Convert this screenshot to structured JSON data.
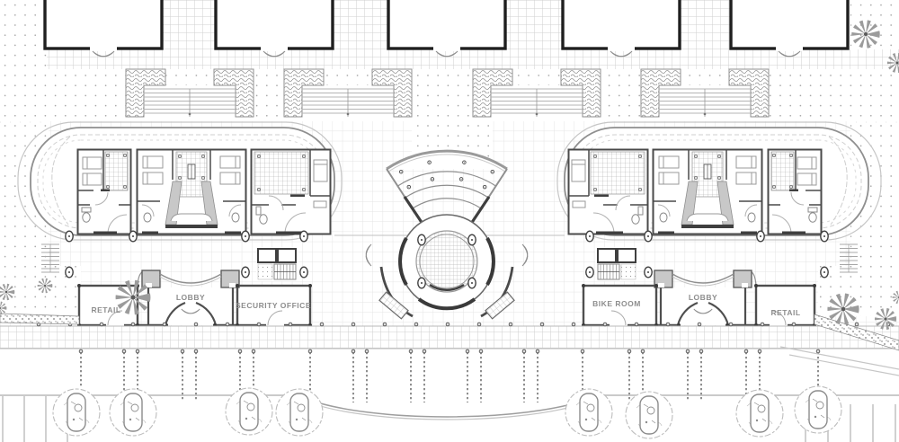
{
  "drawing": {
    "kind": "architectural ground-floor site plan",
    "rooms": [
      {
        "id": "retail-west",
        "label": "RETAIL"
      },
      {
        "id": "lobby-west",
        "label": "LOBBY"
      },
      {
        "id": "security-office",
        "label": "SECURITY OFFICE"
      },
      {
        "id": "bike-room",
        "label": "BIKE ROOM"
      },
      {
        "id": "lobby-east",
        "label": "LOBBY"
      },
      {
        "id": "retail-east",
        "label": "RETAIL"
      }
    ],
    "symbols": [
      "column-symbol",
      "double-door-swing-symbol",
      "single-door-swing-symbol",
      "stair-symbol",
      "elevator-symbol",
      "planter-symbol",
      "street-tree-symbol",
      "palm-tree-symbol",
      "circular-core-symbol",
      "grid-paving",
      "dot-paving",
      "canopy-edge-line"
    ],
    "colors": {
      "background": "#ffffff",
      "heavy_wall": "#1f1f1f",
      "wall": "#4a4a4a",
      "medium_line": "#8f8f8f",
      "light_grid": "#e4e4e4",
      "walk_grid": "#cfcfcf",
      "dot_paving": "#a2a2a2",
      "vestibule_fill": "#c8c8c8",
      "label_text": "#8d8d8d"
    }
  }
}
